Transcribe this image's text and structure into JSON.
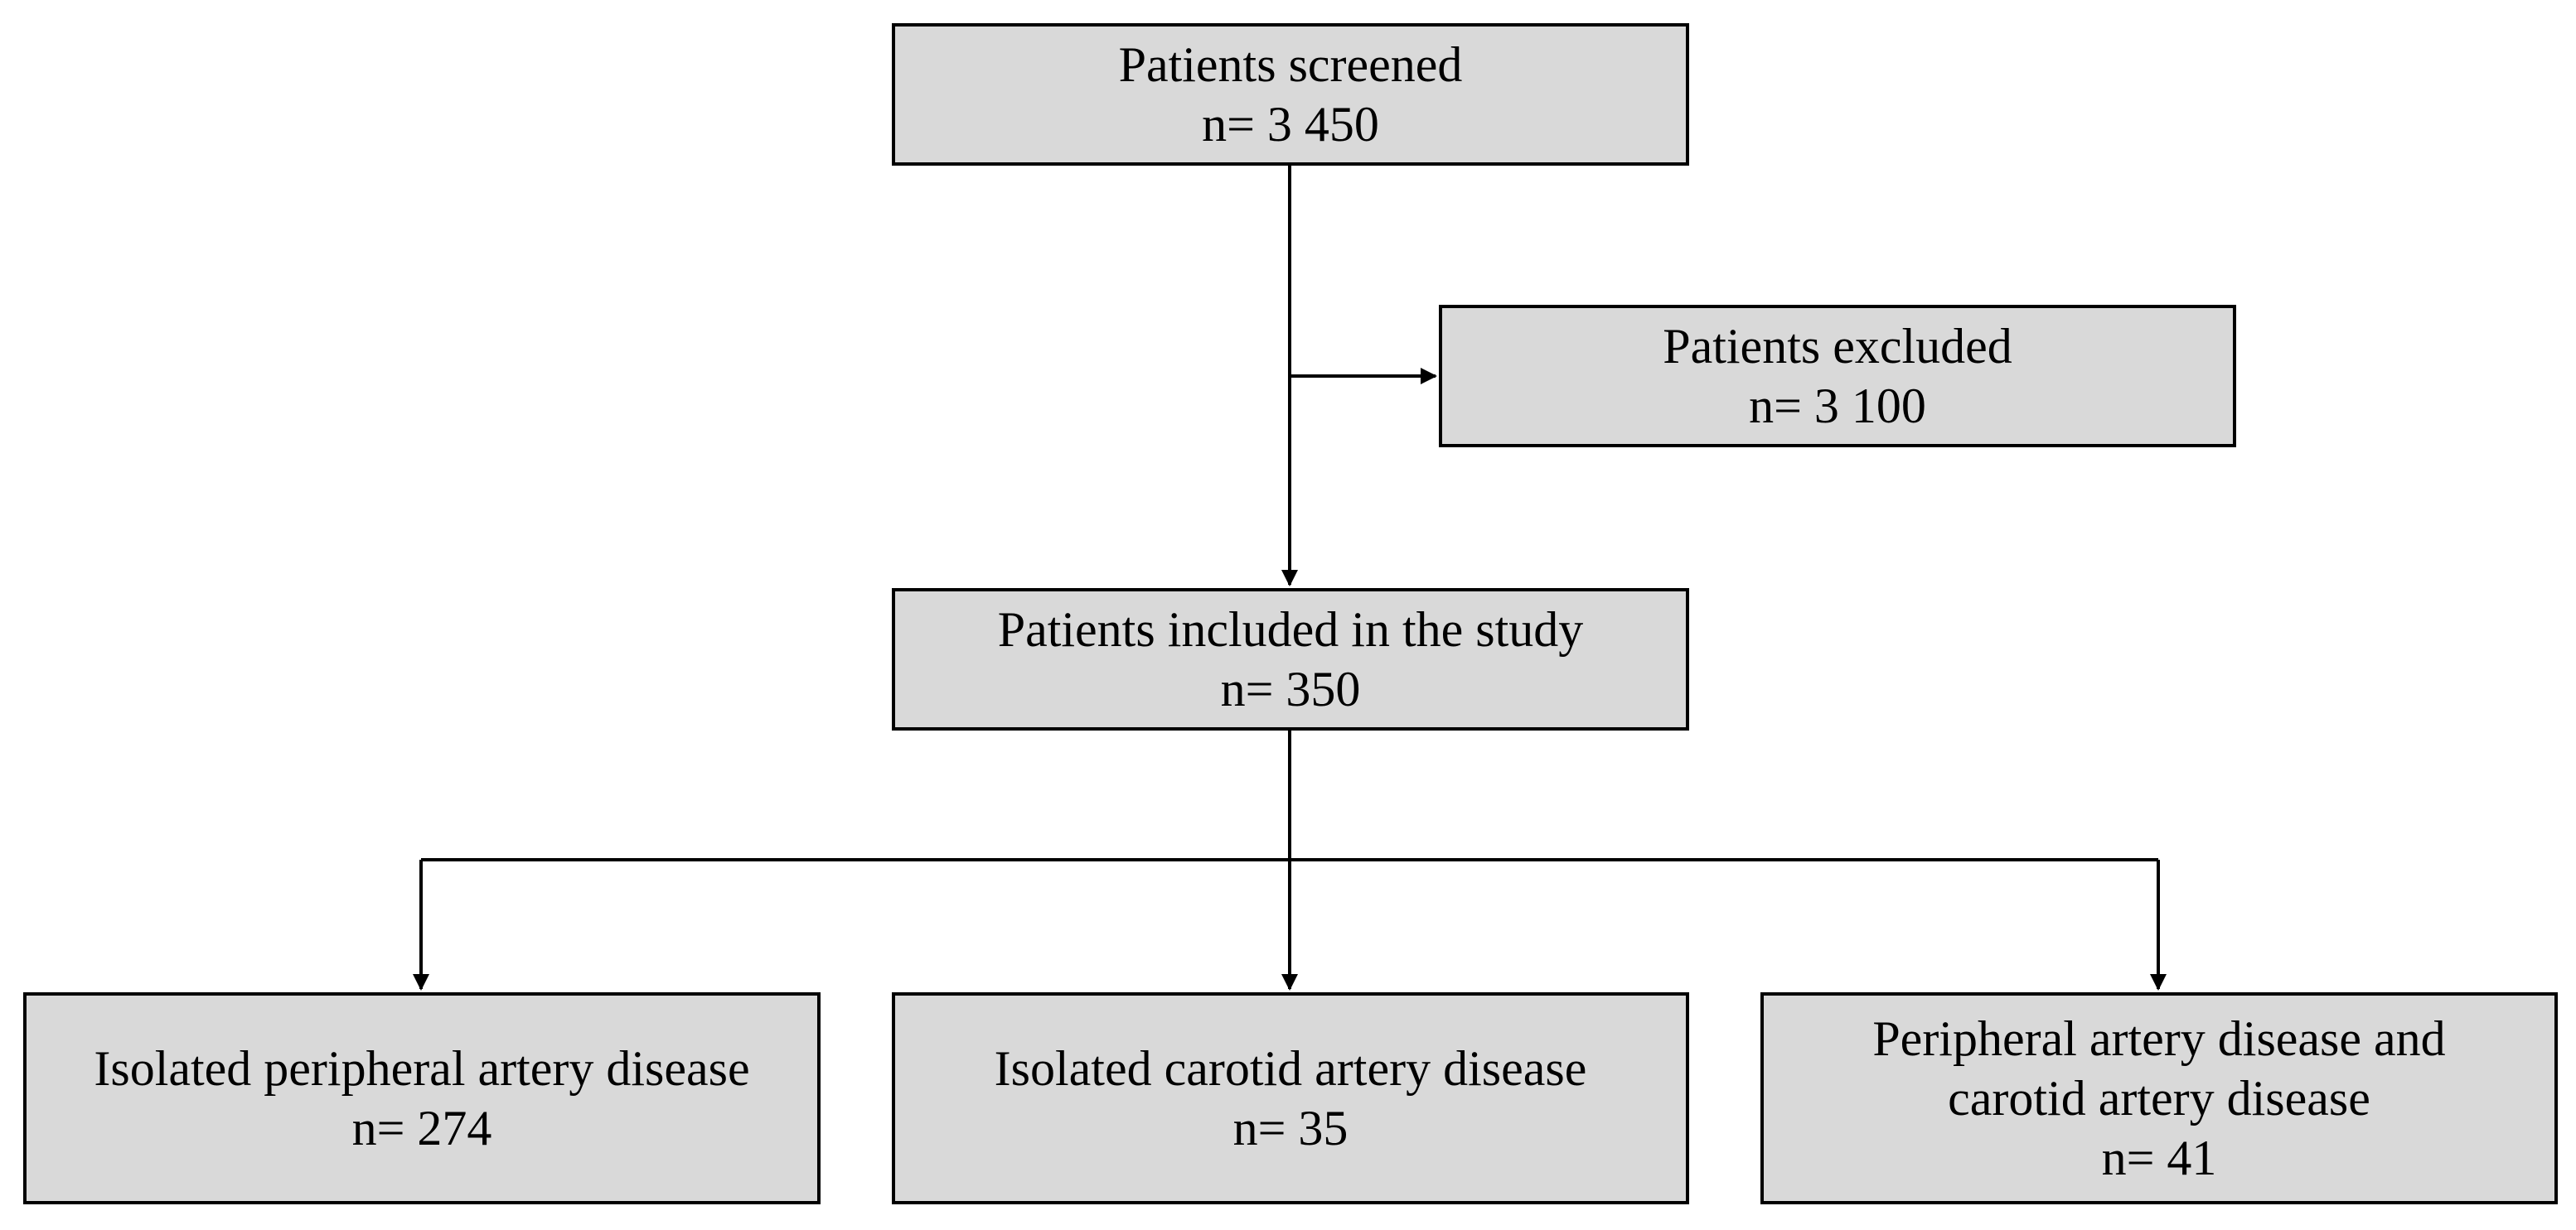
{
  "colors": {
    "box_fill": "#d9d9d9",
    "box_border": "#000000",
    "connector": "#000000",
    "text": "#000000"
  },
  "boxes": {
    "screened": {
      "label": "Patients screened",
      "count": "n= 3 450"
    },
    "excluded": {
      "label": "Patients excluded",
      "count": "n= 3 100"
    },
    "included": {
      "label": "Patients included in the study",
      "count": "n= 350"
    },
    "pad": {
      "label": "Isolated peripheral artery disease",
      "count": "n= 274"
    },
    "cad": {
      "label": "Isolated carotid artery disease",
      "count": "n= 35"
    },
    "both": {
      "label_line1": "Peripheral artery disease and",
      "label_line2": "carotid artery disease",
      "count": "n= 41"
    }
  }
}
